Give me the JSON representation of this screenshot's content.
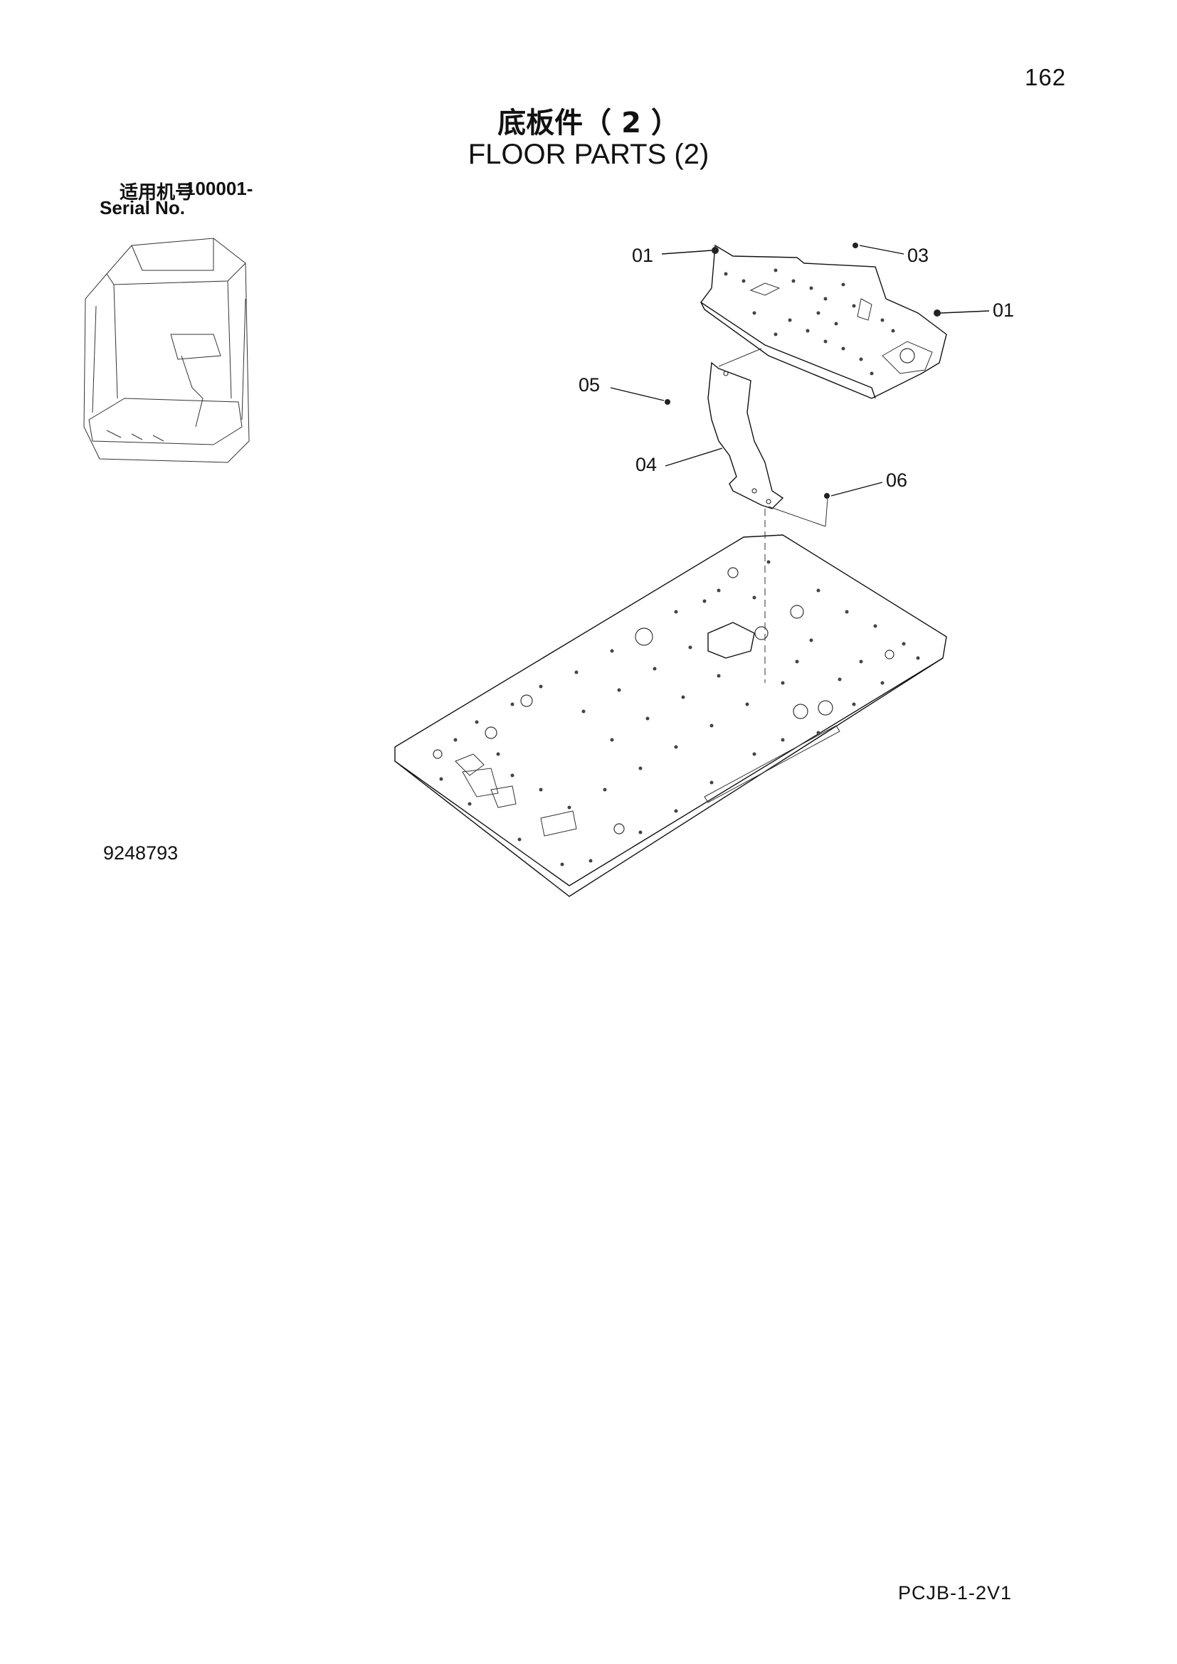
{
  "page_number": "162",
  "title_cn": "底板件（ 2 ）",
  "title_en": "FLOOR PARTS (2)",
  "serial": {
    "label_cn": "适用机号",
    "range": "100001-",
    "label_en": "Serial No."
  },
  "callouts": {
    "c01a": "01",
    "c03": "03",
    "c01b": "01",
    "c05": "05",
    "c04": "04",
    "c06": "06"
  },
  "drawing_number": "9248793",
  "footer_code": "PCJB-1-2V1"
}
